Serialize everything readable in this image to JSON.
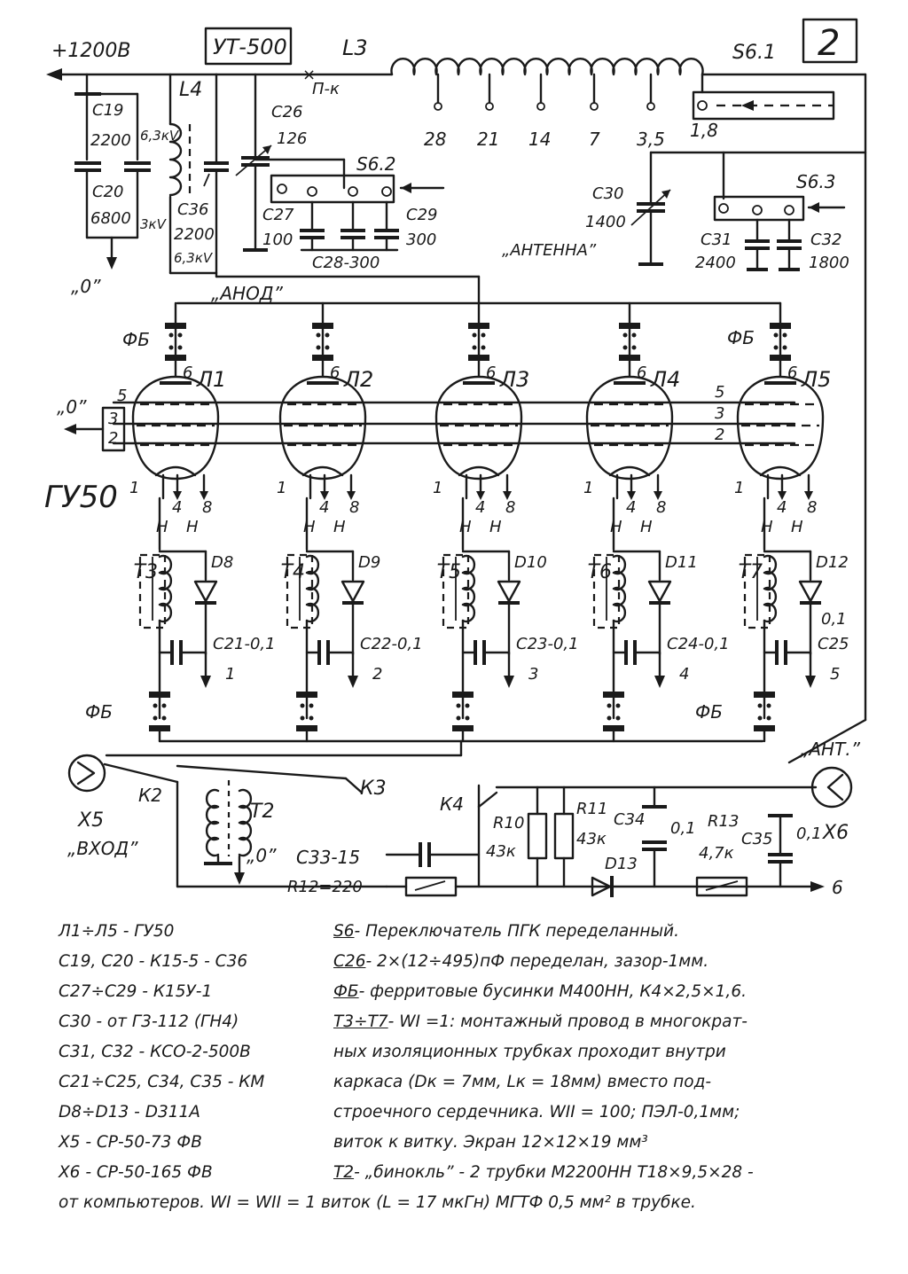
{
  "sheet_number": "2",
  "supply": {
    "hv": "+1200В",
    "hv_ground": "„0”",
    "bias_ground": "„0”"
  },
  "top": {
    "ut": "УТ-500",
    "l4": "L4",
    "l3": "L3",
    "pk": "П-к",
    "c19": [
      "С19",
      "2200"
    ],
    "c19_v": "6,3кV",
    "c20": [
      "С20",
      "6800"
    ],
    "c20_v": "3кV",
    "c36": [
      "С36",
      "2200",
      "6,3кV"
    ],
    "c26": [
      "С26",
      "126"
    ],
    "s62": "S6.2",
    "c27": [
      "С27",
      "100"
    ],
    "c29": [
      "С29",
      "300"
    ],
    "c28": "С28-300",
    "taps": [
      "28",
      "21",
      "14",
      "7",
      "3,5",
      "1,8"
    ],
    "s61": "S6.1",
    "c30": [
      "С30",
      "1400"
    ],
    "antenna": "„АНТЕННА”",
    "s63": "S6.3",
    "c31": [
      "С31",
      "2400"
    ],
    "c32": [
      "С32",
      "1800"
    ],
    "anode": "„АНОД”"
  },
  "tubes": {
    "type_label": "ГУ50",
    "fb": "ФБ",
    "grid_nums": [
      "5",
      "3",
      "2"
    ],
    "left_ground": "„0”",
    "names": [
      "Л1",
      "Л2",
      "Л3",
      "Л4",
      "Л5"
    ],
    "plate_pin": "6",
    "cathode_pin": "1",
    "heater_pins": [
      "4",
      "8"
    ],
    "heater_labels": [
      "Н",
      "Н"
    ],
    "transformers": [
      "Т3",
      "Т4",
      "Т5",
      "Т6",
      "Т7"
    ],
    "diodes": [
      "D8",
      "D9",
      "D10",
      "D11",
      "D12"
    ],
    "caps": [
      "С21-0,1",
      "С22-0,1",
      "С23-0,1",
      "С24-0,1",
      "С25"
    ],
    "cap25_val": "0,1",
    "outputs": [
      "1",
      "2",
      "3",
      "4",
      "5"
    ]
  },
  "bottom": {
    "x5": "Х5",
    "vhod": "„ВХОД”",
    "k2": "К2",
    "t2": "Т2",
    "t2_ground": "„0”",
    "k3": "К3",
    "k4": "К4",
    "ant": "„АНТ.”",
    "x6": "Х6",
    "c33": "С33-15",
    "r12": "R12=220",
    "r10": [
      "R10",
      "43к"
    ],
    "r11": [
      "R11",
      "43к"
    ],
    "c34": [
      "С34",
      "0,1"
    ],
    "d13": "D13",
    "r13": [
      "R13",
      "4,7к"
    ],
    "c35": [
      "С35",
      "0,1"
    ],
    "out6": "6"
  },
  "notes": {
    "left": [
      "Л1÷Л5 - ГУ50",
      "С19, С20 - К15-5 - С36",
      "С27÷С29 - К15У-1",
      "С30 - от Г3-112 (ГН4)",
      "С31, С32 - КСО-2-500В",
      "С21÷С25, С34, С35 - КМ",
      "D8÷D13 - D311А",
      "Х5 - СР-50-73 ФВ",
      "Х6 - СР-50-165 ФВ"
    ],
    "right": [
      {
        "key": "S6",
        "text": "- Переключатель ПГК переделанный."
      },
      {
        "key": "С26",
        "text": "- 2×(12÷495)пФ переделан, зазор-1мм."
      },
      {
        "key": "ФБ",
        "text": "- ферритовые бусинки М400НН, К4×2,5×1,6."
      },
      {
        "key": "Т3÷Т7",
        "text": "- WI =1: монтажный провод в многократ-"
      },
      {
        "key": "",
        "text": "ных изоляционных трубках проходит внутри"
      },
      {
        "key": "",
        "text": "каркаса (Dк = 7мм, Lк = 18мм) вместо под-"
      },
      {
        "key": "",
        "text": "строечного сердечника. WII = 100; ПЭЛ-0,1мм;"
      },
      {
        "key": "",
        "text": "виток к витку. Экран 12×12×19 мм³"
      },
      {
        "key": "Т2",
        "text": "- „бинокль” - 2 трубки М2200НН Т18×9,5×28 -"
      }
    ],
    "last_line": "от компьютеров. WI = WII = 1 виток (L = 17 мкГн) МГТФ 0,5 мм² в трубке."
  }
}
